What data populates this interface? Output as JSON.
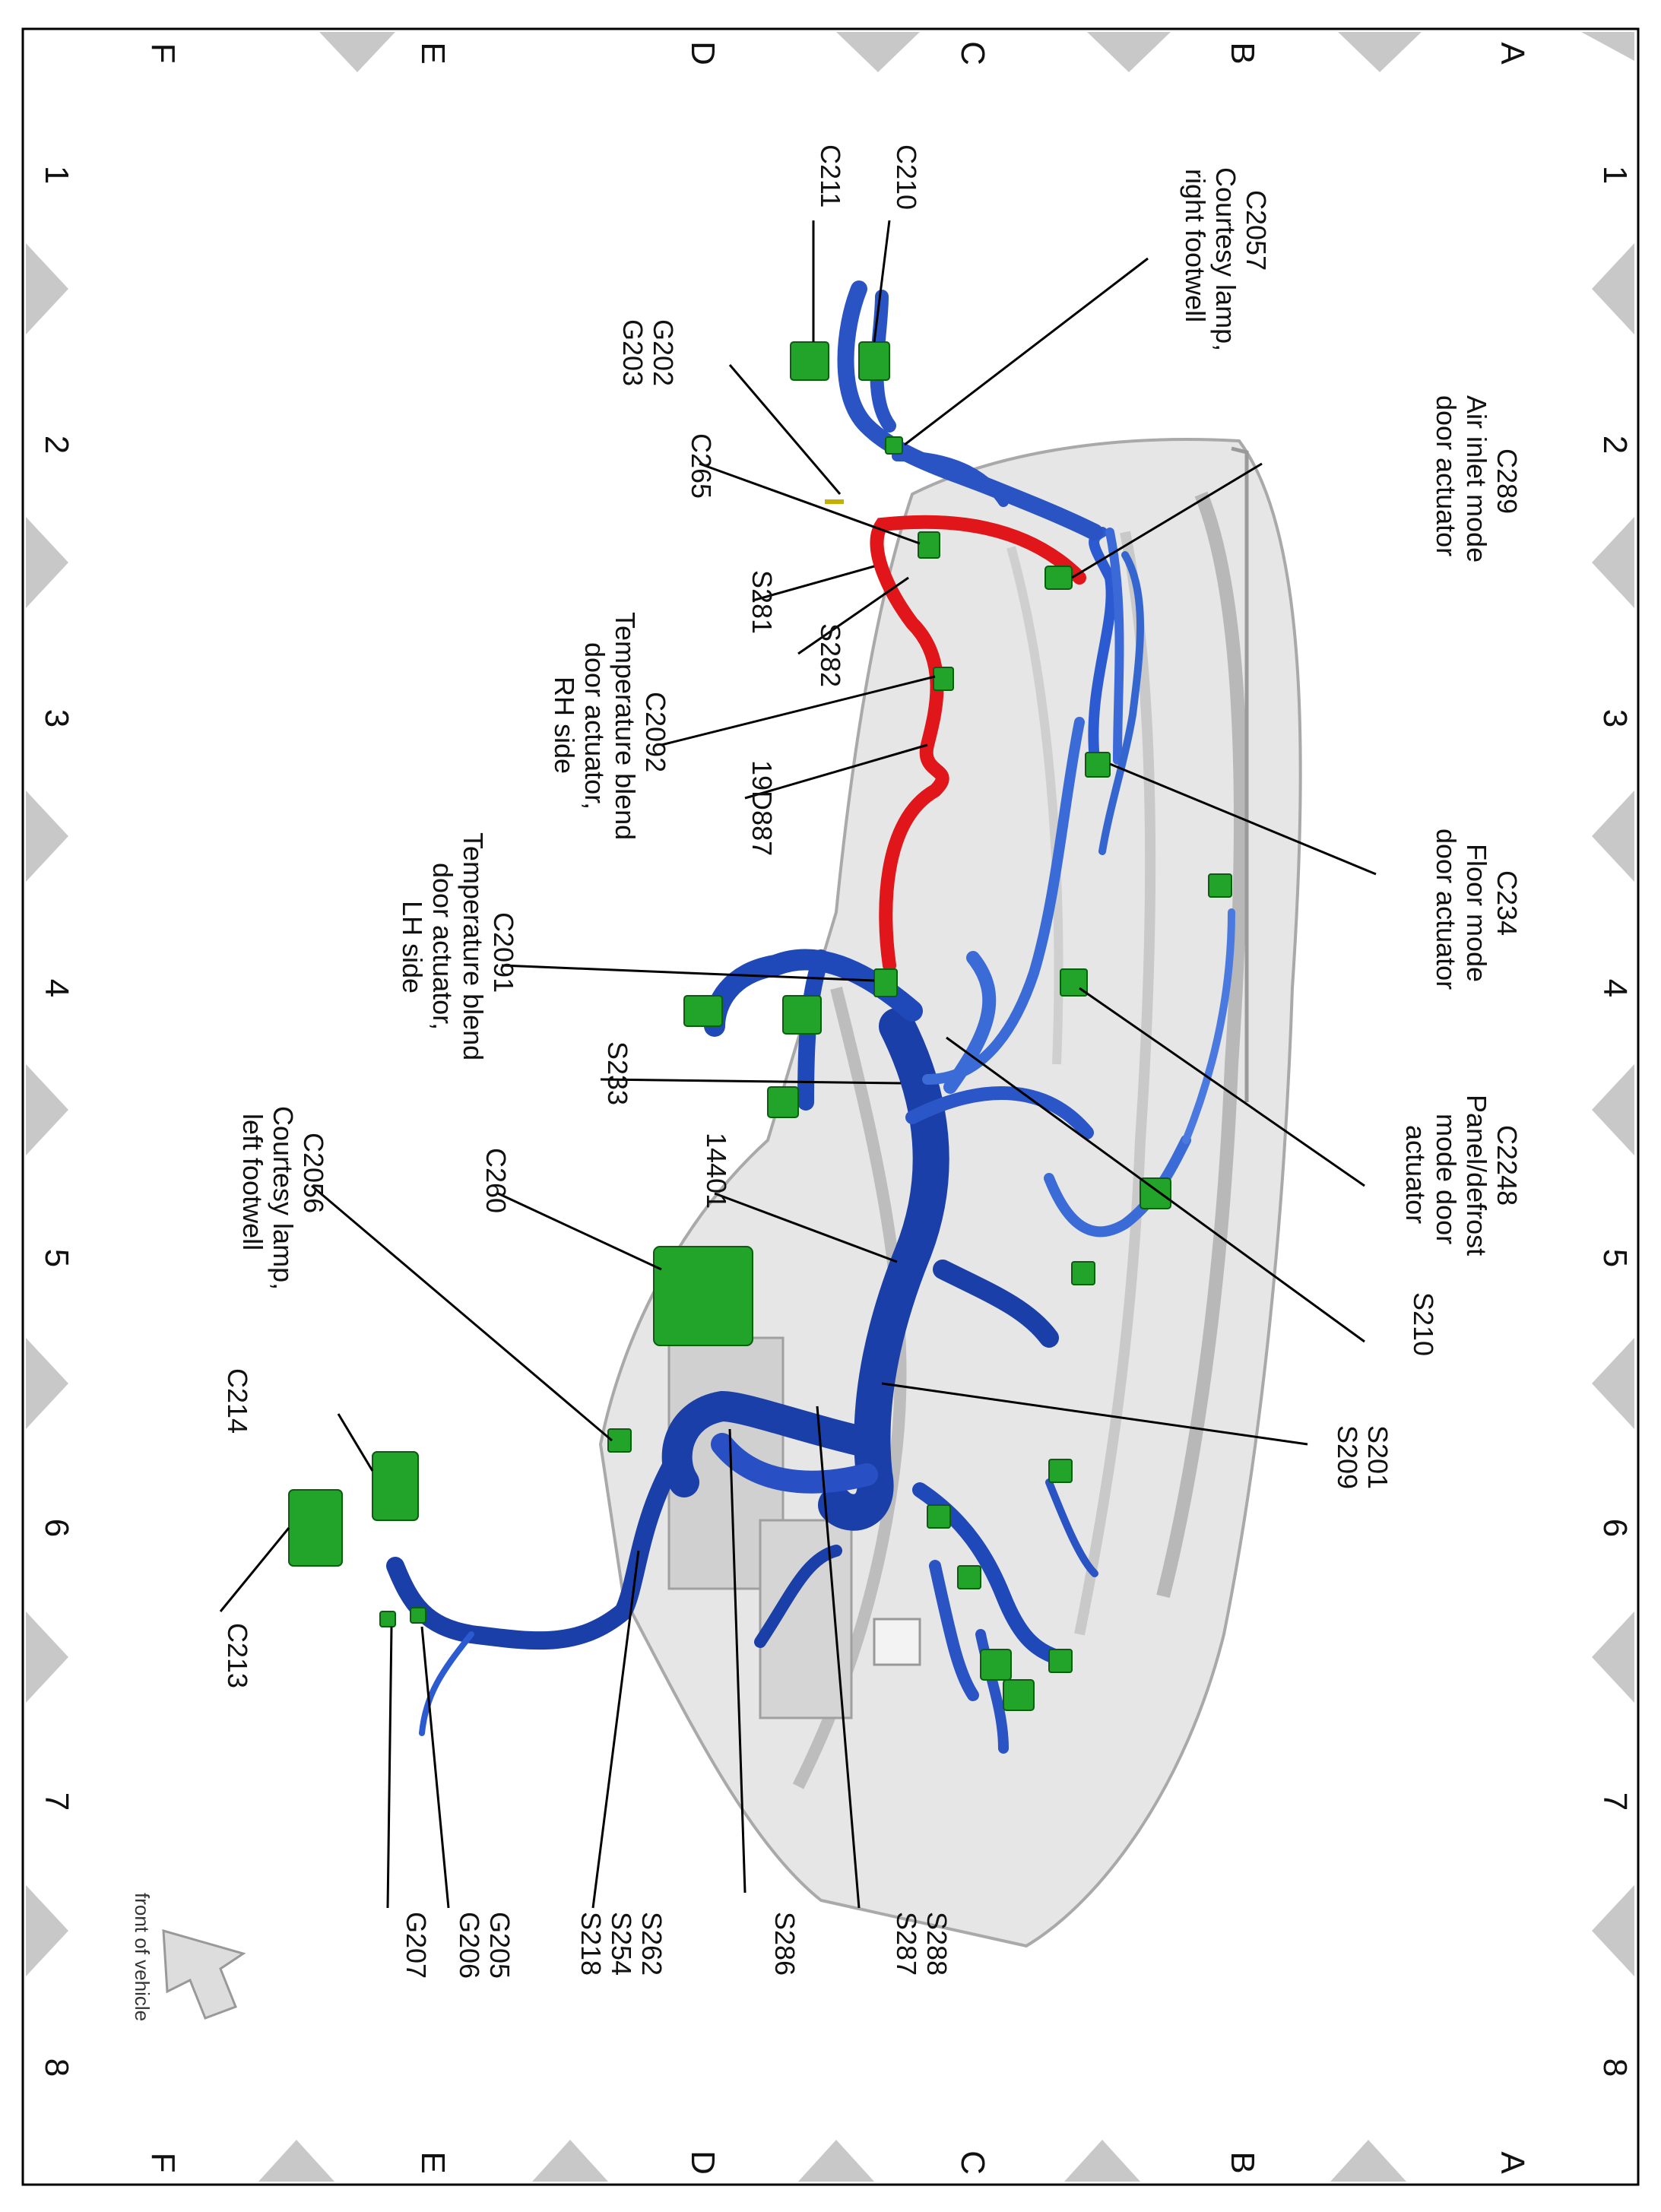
{
  "grid": {
    "rows": [
      "A",
      "B",
      "C",
      "D",
      "E",
      "F"
    ],
    "cols": [
      "1",
      "2",
      "3",
      "4",
      "5",
      "6",
      "7",
      "8"
    ]
  },
  "callouts": {
    "c2057": [
      "C2057",
      "Courtesy lamp,",
      "right footwell"
    ],
    "c210": [
      "C210"
    ],
    "c211": [
      "C211"
    ],
    "g202_g203": [
      "G202",
      "G203"
    ],
    "c289": [
      "C289",
      "Air inlet mode",
      "door actuator"
    ],
    "c265": [
      "C265"
    ],
    "s281": [
      "S281"
    ],
    "s282": [
      "S282"
    ],
    "c2092": [
      "C2092",
      "Temperature blend",
      "door actuator,",
      "RH side"
    ],
    "d19d887": [
      "19D887"
    ],
    "c234": [
      "C234",
      "Floor mode",
      "door actuator"
    ],
    "c2091": [
      "C2091",
      "Temperature blend",
      "door actuator,",
      "LH side"
    ],
    "c2248": [
      "C2248",
      "Panel/defrost",
      "mode door",
      "actuator"
    ],
    "s233": [
      "S233"
    ],
    "n14401": [
      "14401"
    ],
    "c260": [
      "C260"
    ],
    "c2056": [
      "C2056",
      "Courtesy lamp,",
      "left footwell"
    ],
    "s210": [
      "S210"
    ],
    "c214": [
      "C214"
    ],
    "s201_s209": [
      "S201",
      "S209"
    ],
    "c213": [
      "C213"
    ],
    "s288_s287": [
      "S288",
      "S287"
    ],
    "s286": [
      "S286"
    ],
    "s262_s254_s218": [
      "S262",
      "S254",
      "S218"
    ],
    "g205_g206": [
      "G205",
      "G206"
    ],
    "g207": [
      "G207"
    ]
  },
  "front_of_vehicle": "front of vehicle",
  "colors": {
    "harness_main": "#1a3fa8",
    "harness_light": "#3a6bd6",
    "harness_red": "#e0161a",
    "connector": "#22a32a",
    "body_gray": "#d9d9d9",
    "grid_triangle": "#c8c8c8"
  }
}
